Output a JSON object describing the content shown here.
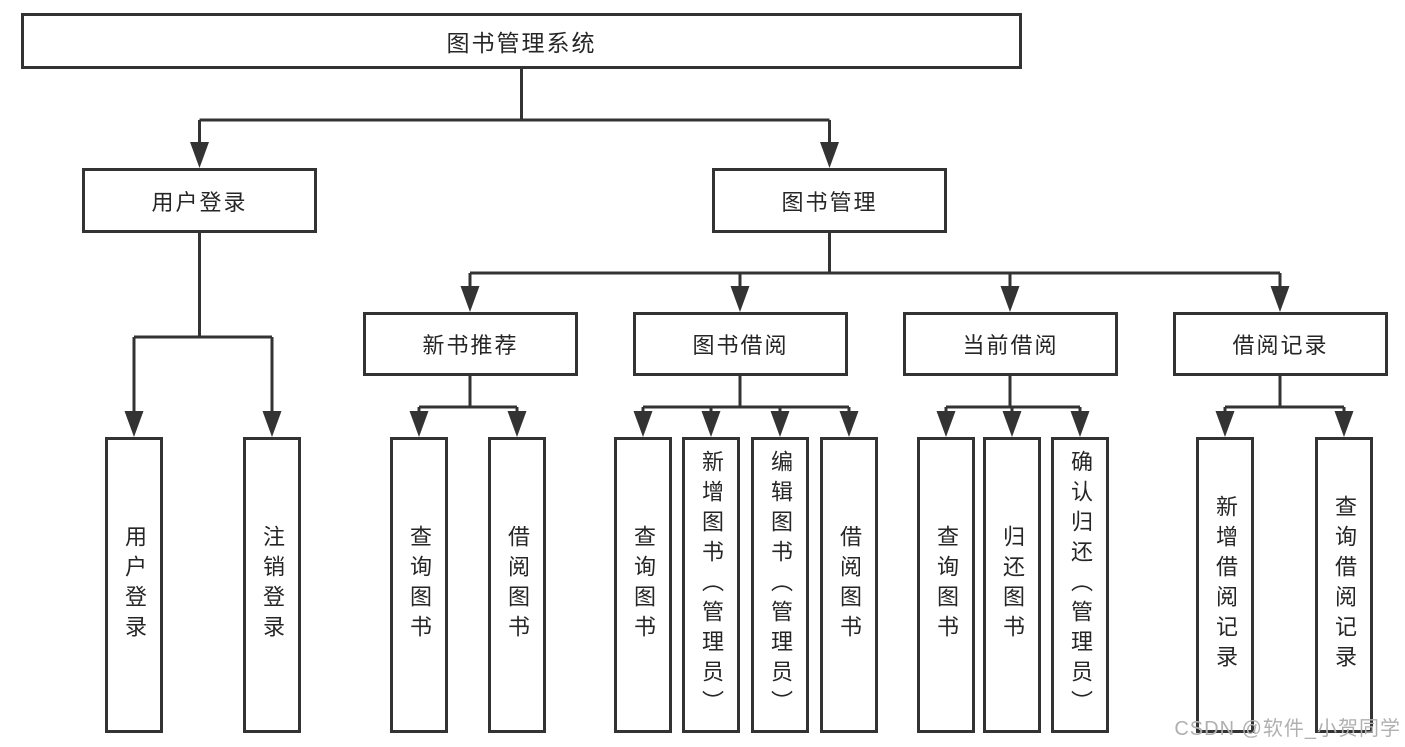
{
  "diagram": {
    "root": "图书管理系统",
    "user_login": "用户登录",
    "book_management": "图书管理",
    "new_book_recommend": "新书推荐",
    "book_borrow": "图书借阅",
    "current_borrow": "当前借阅",
    "borrow_record": "借阅记录",
    "leaves": {
      "user": [
        "用户登录",
        "注销登录"
      ],
      "recommend": [
        "查询图书",
        "借阅图书"
      ],
      "borrow": [
        "查询图书",
        "新增图书（管理员）",
        "编辑图书（管理员）",
        "借阅图书"
      ],
      "current": [
        "查询图书",
        "归还图书",
        "确认归还（管理员）"
      ],
      "record": [
        "新增借阅记录",
        "查询借阅记录"
      ]
    }
  },
  "watermark": "CSDN @软件_小贺同学",
  "colors": {
    "line": "#333333",
    "box_border": "#333333",
    "box_fill": "#ffffff",
    "text": "#262626",
    "watermark": "#b0b0b0",
    "background": "#ffffff"
  }
}
